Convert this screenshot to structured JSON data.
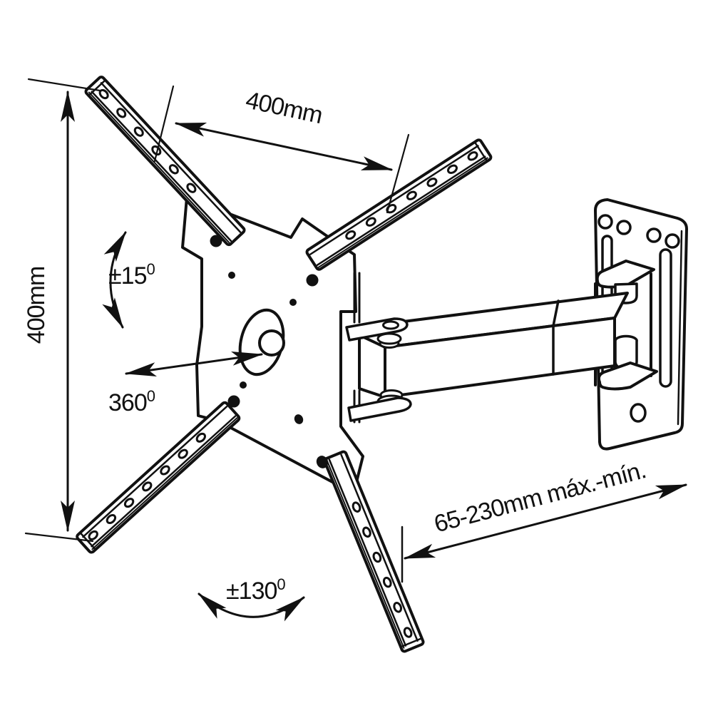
{
  "diagram": {
    "colors": {
      "line": "#111111",
      "background": "#ffffff"
    },
    "annotations": {
      "top_width": "400mm",
      "left_height": "400mm",
      "tilt_angle": {
        "value": "±15",
        "sup": "0"
      },
      "swivel_angle": {
        "value": "360",
        "sup": "0"
      },
      "rotation_angle": {
        "value": "±130",
        "sup": "0"
      },
      "extension_range": "65-230mm máx.-mín."
    }
  }
}
